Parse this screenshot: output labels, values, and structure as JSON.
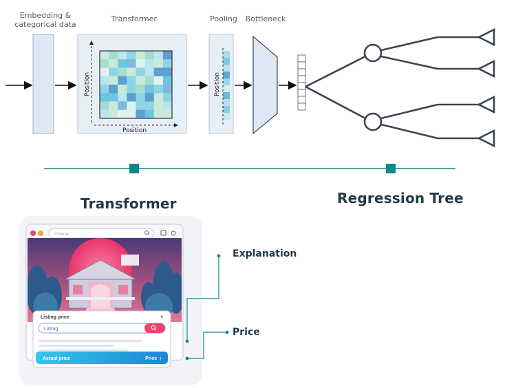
{
  "pipeline": {
    "embedding_label": "Embedding & categorical data",
    "transformer_label": "Transformer",
    "pooling_label": "Pooling",
    "bottleneck_label": "Bottleneck",
    "axis_y": "Position",
    "axis_x": "Position",
    "pool_axis": "Position"
  },
  "timeline": {
    "left_title": "Transformer",
    "right_title": "Regression Tree",
    "color": "#0d8a86"
  },
  "mockup": {
    "address_placeholder": "Chrome",
    "dialog_title": "Listing price",
    "dialog_close": "×",
    "search_value": "Listing",
    "actual_price_label": "Actual price",
    "price_button_label": "Price",
    "price_button_chevron": "›"
  },
  "callouts": {
    "explanation": "Explanation",
    "price": "Price"
  },
  "colors": {
    "box_fill": "#dce8f3",
    "box_stroke": "#9fb3c8",
    "teal": "#0d8a86",
    "tree_stroke": "#3c4450",
    "accent_pink": "#e8456f",
    "accent_blue": "#1aa8e8"
  }
}
